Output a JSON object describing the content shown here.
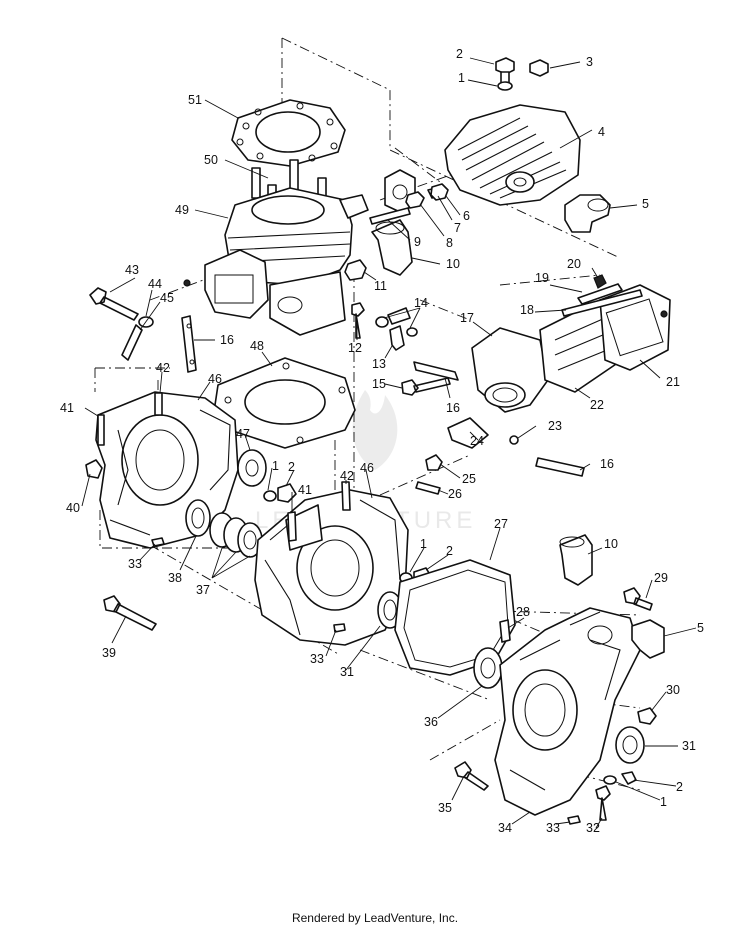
{
  "watermark_text": "LEADVENTURE",
  "footer": {
    "credit": "Rendered by LeadVenture, Inc."
  },
  "callouts": [
    "2",
    "3",
    "1",
    "4",
    "51",
    "5",
    "6",
    "50",
    "7",
    "49",
    "8",
    "9",
    "10",
    "43",
    "11",
    "20",
    "44",
    "14",
    "19",
    "45",
    "18",
    "17",
    "21",
    "12",
    "16",
    "48",
    "13",
    "22",
    "15",
    "46",
    "42",
    "16",
    "41",
    "23",
    "47",
    "24",
    "16",
    "25",
    "1",
    "2",
    "40",
    "41",
    "26",
    "42",
    "46",
    "27",
    "38",
    "33",
    "37",
    "1",
    "2",
    "10",
    "29",
    "39",
    "28",
    "5",
    "31",
    "33",
    "30",
    "36",
    "31",
    "2",
    "35",
    "34",
    "33",
    "1",
    "32"
  ]
}
